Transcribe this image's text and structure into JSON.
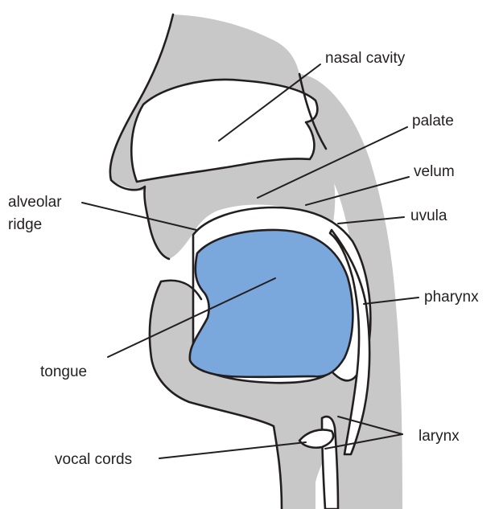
{
  "colors": {
    "tissue": "#c8c8c8",
    "tongue": "#7aa7dc",
    "outline": "#231f20",
    "background": "#ffffff"
  },
  "labels": {
    "nasal_cavity": "nasal cavity",
    "palate": "palate",
    "velum": "velum",
    "uvula": "uvula",
    "alveolar_ridge_line1": "alveolar",
    "alveolar_ridge_line2": "ridge",
    "pharynx": "pharynx",
    "tongue": "tongue",
    "larynx": "larynx",
    "vocal_cords": "vocal cords"
  }
}
